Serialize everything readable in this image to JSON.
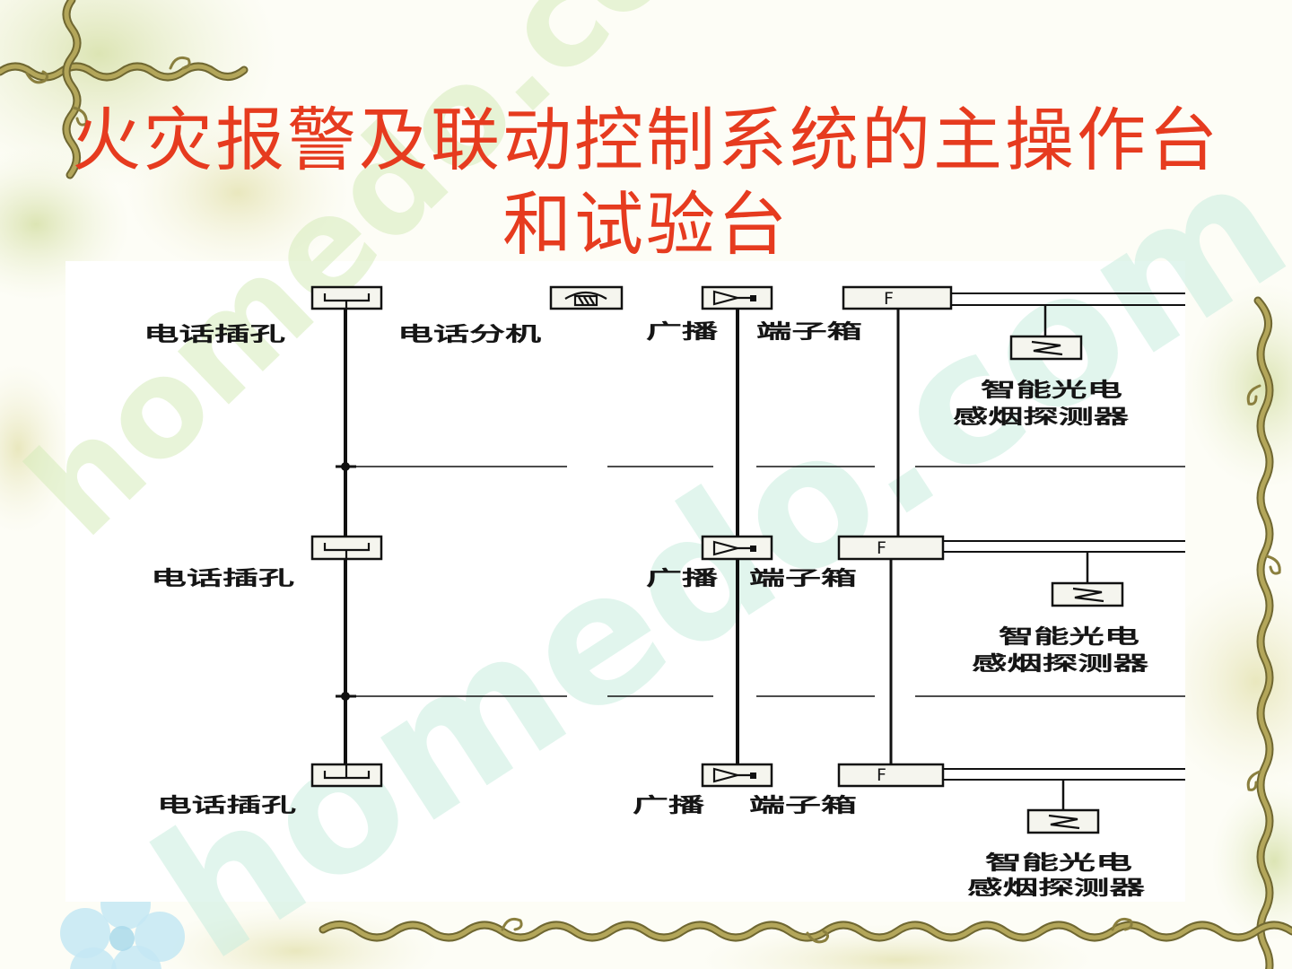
{
  "slide": {
    "title_line1": "火灾报警及联动控制系统的主操作台",
    "title_line2": "和试验台"
  },
  "diagram": {
    "phone_extension_label": "电话分机",
    "rows": [
      {
        "phone_jack_label": "电话插孔",
        "broadcast_label": "广播",
        "terminal_box_label": "端子箱",
        "module_mark": "F",
        "detector_label_line1": "智能光电",
        "detector_label_line2": "感烟探测器"
      },
      {
        "phone_jack_label": "电话插孔",
        "broadcast_label": "广播",
        "terminal_box_label": "端子箱",
        "module_mark": "F",
        "detector_label_line1": "智能光电",
        "detector_label_line2": "感烟探测器"
      },
      {
        "phone_jack_label": "电话插孔",
        "broadcast_label": "广播",
        "terminal_box_label": "端子箱",
        "module_mark": "F",
        "detector_label_line1": "智能光电",
        "detector_label_line2": "感烟探测器"
      }
    ]
  },
  "watermark": "homedo.com",
  "colors": {
    "title": "#e63b1f",
    "diagram_line": "#111111",
    "vine": "#b3a65a"
  }
}
